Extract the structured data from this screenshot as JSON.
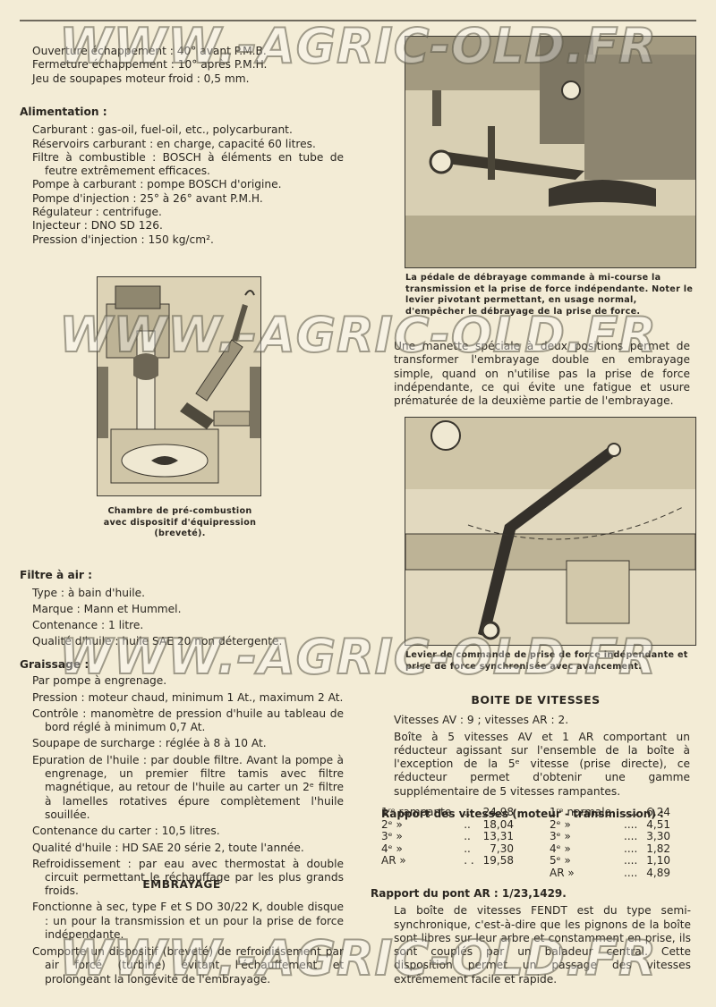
{
  "watermark": "WWW.-AGRIC-OLD.FR",
  "left": {
    "engine_lines": [
      "Ouverture échappement : 40° avant P.M.B.",
      "Fermeture échappement : 10° après P.M.H.",
      "Jeu de soupapes moteur froid : 0,5 mm."
    ],
    "alimentation": {
      "title": "Alimentation :",
      "lines": [
        "Carburant : gas-oil, fuel-oil, etc., polycarburant.",
        "Réservoirs carburant : en charge, capacité 60 litres.",
        "Filtre à combustible : BOSCH à éléments en tube de feutre extrêmement efficaces.",
        "Pompe à carburant : pompe BOSCH d'origine.",
        "Pompe d'injection : 25° à 26° avant P.M.H.",
        "Régulateur : centrifuge.",
        "Injecteur : DNO SD 126.",
        "Pression d'injection : 150 kg/cm²."
      ]
    },
    "figure_caption": [
      "Chambre de pré-combustion",
      "avec dispositif d'équipression",
      "(breveté)."
    ],
    "filtre_air": {
      "title": "Filtre à air :",
      "lines": [
        "Type : à bain d'huile.",
        "Marque : Mann et Hummel.",
        "Contenance : 1 litre.",
        "Qualité d'huile : huile SAE 20 non détergente."
      ]
    },
    "graissage": {
      "title": "Graissage :",
      "lines": [
        "Par pompe à engrenage.",
        "Pression : moteur chaud, minimum 1 At., maximum 2 At.",
        "Contrôle : manomètre de pression d'huile au tableau de bord réglé à minimum 0,7 At.",
        "Soupape de surcharge : réglée à 8 à 10 At.",
        "Epuration de l'huile : par double filtre. Avant la pompe à engrenage, un premier filtre tamis avec filtre magnétique, au retour de l'huile au carter un 2ᵉ filtre à lamelles rotatives épure complètement l'huile souillée.",
        "Contenance du carter : 10,5 litres.",
        "Qualité d'huile : HD SAE 20 série 2, toute l'année.",
        "Refroidissement : par eau avec thermostat à double circuit permettant le réchauffage par les plus grands froids."
      ]
    },
    "embrayage": {
      "title": "EMBRAYAGE",
      "lines": [
        "Fonctionne à sec, type F et S DO 30/22 K, double disque : un pour la transmission et un pour la prise de force indépendante.",
        "Comporte un dispositif (breveté) de refroidissement par air forcé (turbine) évitant l'échauffement et prolongeant la longévité de l'embrayage."
      ]
    }
  },
  "right": {
    "fig1_caption": "La pédale de débrayage commande à mi-course la transmission et la prise de force indépendante. Noter le levier pivotant permettant, en usage normal, d'empêcher le débrayage de la prise de force.",
    "manette_text": "Une manette spéciale à deux positions permet de transformer l'embrayage double en embrayage simple, quand on n'utilise pas la prise de force indépendante, ce qui évite une fatigue et usure prématurée de la deuxième partie de l'embrayage.",
    "fig2_caption": "Levier de commande de prise de force indépendante et prise de force synchronisée avec avancement.",
    "boite": {
      "title": "BOITE DE VITESSES",
      "line1": "Vitesses AV : 9 ; vitesses AR : 2.",
      "line2": "Boîte à 5 vitesses AV et 1 AR comportant un réducteur agissant sur l'ensemble de la boîte à l'exception de la 5ᵉ vitesse (prise directe), ce réducteur permet d'obtenir une gamme supplémentaire de 5 vitesses rampantes."
    },
    "rapport_title": "Rapport des vitesses (moteur - transmission) :",
    "rampante": [
      {
        "g": "1ʳᵉ rampante",
        "d": "..",
        "v": "24,98"
      },
      {
        "g": "2ᵉ      »",
        "d": "..",
        "v": "18,04"
      },
      {
        "g": "3ᵉ      »",
        "d": "..",
        "v": "13,31"
      },
      {
        "g": "4ᵉ      »",
        "d": "..",
        "v": "7,30"
      },
      {
        "g": "AR      »",
        "d": ". .",
        "v": "19,58"
      }
    ],
    "normale": [
      {
        "g": "1ʳᵉ normale",
        "d": "....",
        "v": "6,24"
      },
      {
        "g": "2ᵉ      »",
        "d": "....",
        "v": "4,51"
      },
      {
        "g": "3ᵉ      »",
        "d": "....",
        "v": "3,30"
      },
      {
        "g": "4ᵉ      »",
        "d": "....",
        "v": "1,82"
      },
      {
        "g": "5ᵉ      »",
        "d": "....",
        "v": "1,10"
      },
      {
        "g": "AR      »",
        "d": "....",
        "v": "4,89"
      }
    ],
    "pont": "Rapport du pont AR : 1/23,1429.",
    "fendt": "La boîte de vitesses FENDT est du type semi-synchronique, c'est-à-dire que les pignons de la boîte sont libres sur leur arbre et constamment en prise, ils sont couplés par un baladeur central. Cette disposition permet un passage des vitesses extrêmement facile et rapide."
  }
}
